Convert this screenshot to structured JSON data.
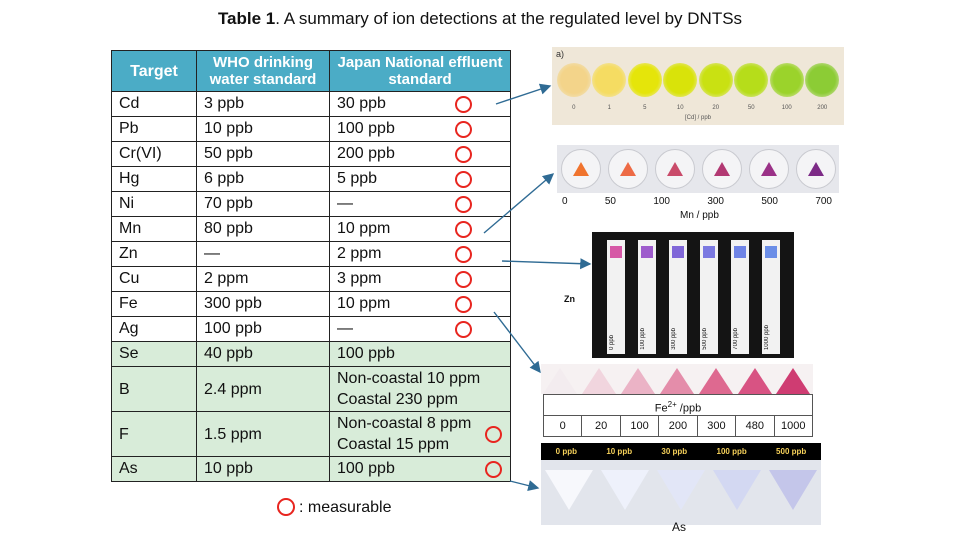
{
  "title": {
    "bold": "Table 1",
    "rest": ". A summary of ion detections at the regulated level by DNTSs"
  },
  "table": {
    "headers": [
      "Target",
      "WHO drinking water standard",
      "Japan National effluent standard"
    ],
    "rows": [
      {
        "target": "Cd",
        "who": "3 ppb",
        "japan": "30 ppb",
        "mark": true,
        "group": "blue"
      },
      {
        "target": "Pb",
        "who": "10 ppb",
        "japan": "100 ppb",
        "mark": true,
        "group": "blue"
      },
      {
        "target": "Cr(VI)",
        "who": "50 ppb",
        "japan": "200 ppb",
        "mark": true,
        "group": "blue"
      },
      {
        "target": "Hg",
        "who": "6 ppb",
        "japan": "5 ppb",
        "mark": true,
        "group": "blue"
      },
      {
        "target": "Ni",
        "who": "70 ppb",
        "japan": "—",
        "mark": true,
        "group": "blue"
      },
      {
        "target": "Mn",
        "who": "80 ppb",
        "japan": "10 ppm",
        "mark": true,
        "group": "blue"
      },
      {
        "target": "Zn",
        "who": "—",
        "japan": "2 ppm",
        "mark": true,
        "group": "blue"
      },
      {
        "target": "Cu",
        "who": "2 ppm",
        "japan": "3 ppm",
        "mark": true,
        "group": "blue"
      },
      {
        "target": "Fe",
        "who": "300 ppb",
        "japan": "10 ppm",
        "mark": true,
        "group": "blue"
      },
      {
        "target": "Ag",
        "who": "100 ppb",
        "japan": "—",
        "mark": true,
        "group": "blue"
      },
      {
        "target": "Se",
        "who": "40 ppb",
        "japan": "100 ppb",
        "mark": false,
        "group": "green"
      },
      {
        "target": "B",
        "who": "2.4 ppm",
        "japan": "Non-coastal 10 ppm",
        "japan2": "Coastal 230 ppm",
        "mark": false,
        "group": "green"
      },
      {
        "target": "F",
        "who": "1.5 ppm",
        "japan": "Non-coastal 8 ppm",
        "japan2": "Coastal 15 ppm",
        "mark": true,
        "group": "green"
      },
      {
        "target": "As",
        "who": "10 ppb",
        "japan": "100 ppb",
        "mark": true,
        "group": "green"
      }
    ]
  },
  "legend": {
    "text": ": measurable"
  },
  "colors": {
    "header_bg": "#4bacc6",
    "green_rows": "#d8ecd9",
    "circle": "#e8251f",
    "arrow": "#2f6b94"
  },
  "panel_cd": {
    "label": "a)",
    "ticks": [
      "0",
      "1",
      "5",
      "10",
      "20",
      "50",
      "100",
      "200"
    ],
    "unit": "[Cd] / ppb",
    "colors": [
      "#f3d48a",
      "#f5dc62",
      "#e5e50a",
      "#d9e30a",
      "#c9e112",
      "#b6dd1a",
      "#9bd32b",
      "#8ccc35"
    ]
  },
  "panel_mn": {
    "ticks": [
      "0",
      "50",
      "100",
      "300",
      "500",
      "700"
    ],
    "unit": "Mn / ppb",
    "colors": [
      "#f0742e",
      "#ed6a45",
      "#c94b6a",
      "#b23872",
      "#9a3187",
      "#7c2a86"
    ]
  },
  "panel_zn": {
    "label": "Zn",
    "strips": [
      "0 ppb",
      "100 ppb",
      "300 ppb",
      "500 ppb",
      "700 ppb",
      "1000 ppb"
    ],
    "colors": [
      "#d658a6",
      "#9e5ccc",
      "#8067d8",
      "#7b79e1",
      "#6f84e6",
      "#6b8ee7"
    ]
  },
  "panel_fe": {
    "header_main": "Fe",
    "header_sup": "2+",
    "header_unit": " /ppb",
    "values": [
      "0",
      "20",
      "100",
      "200",
      "300",
      "480",
      "1000"
    ],
    "colors": [
      "#f3ecef",
      "#f1d5de",
      "#ebb3c6",
      "#e48daa",
      "#de6990",
      "#d85383",
      "#cf3c72"
    ]
  },
  "panel_as": {
    "labels": [
      "0 ppb",
      "10 ppb",
      "30 ppb",
      "100 ppb",
      "500 ppb"
    ],
    "colors": [
      "#f7f8fc",
      "#eef1fb",
      "#e2e6f7",
      "#d3d8f2",
      "#c4c6ea"
    ],
    "caption": "As"
  }
}
